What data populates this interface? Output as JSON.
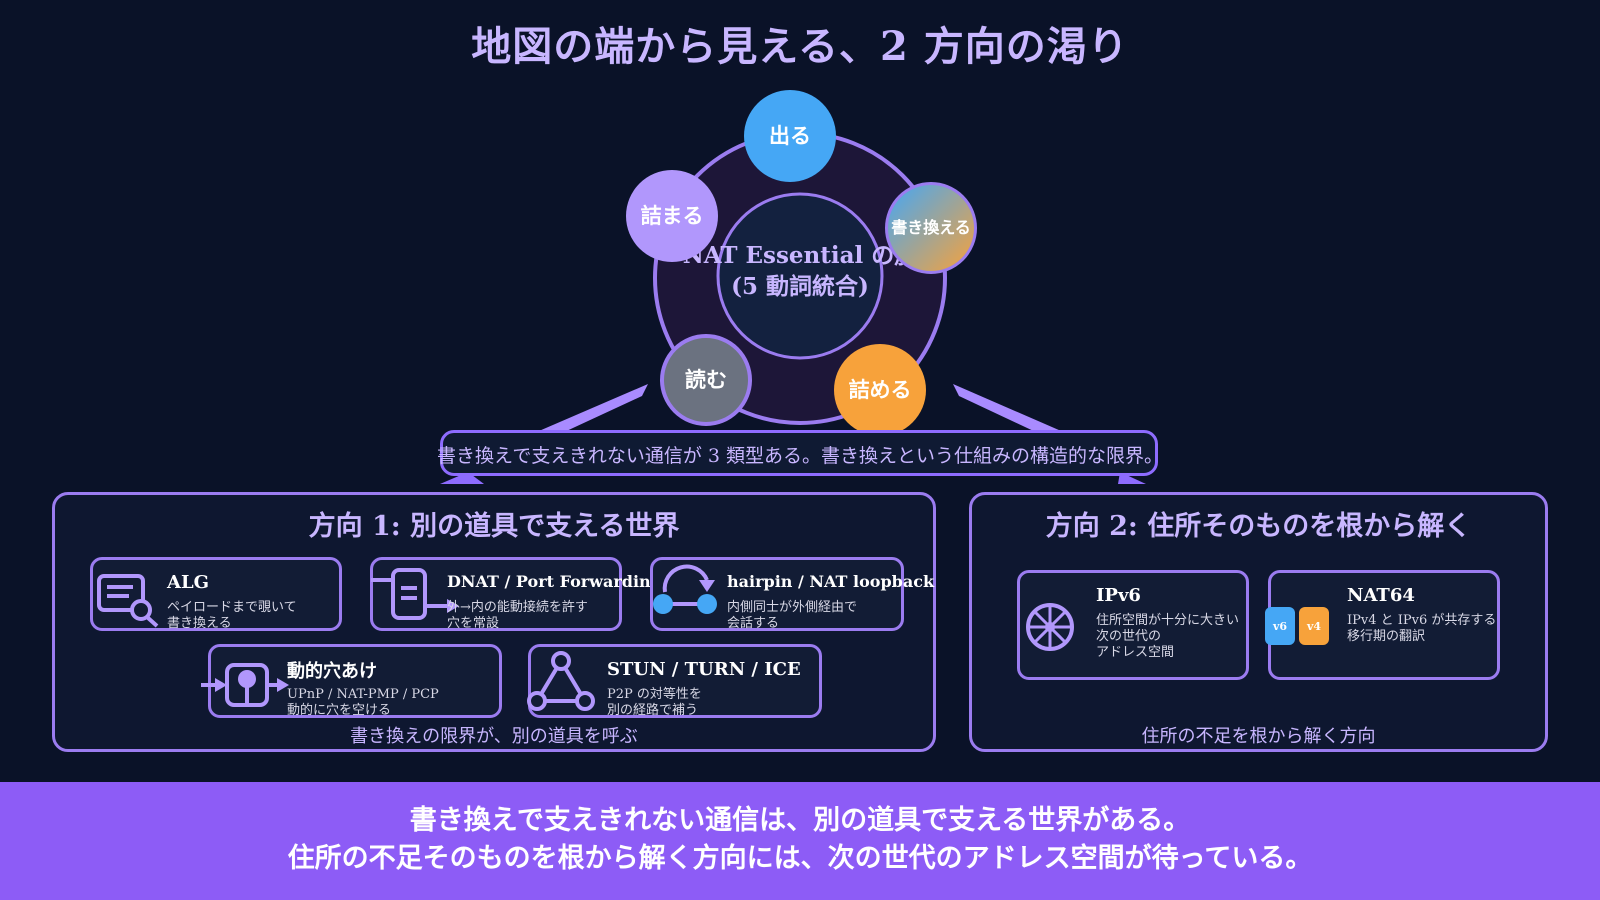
{
  "title": "地図の端から見える、2 方向の渇り",
  "hub": {
    "line1": "NAT Essential の旅",
    "line2": "(5 動詞統合)"
  },
  "nodes": [
    {
      "label": "出る",
      "color": "#45a7f5"
    },
    {
      "label": "書き換える",
      "color": "#7c8bd0"
    },
    {
      "label": "詰める",
      "color": "#f7a23b"
    },
    {
      "label": "読む",
      "color": "#6b7280"
    },
    {
      "label": "詰まる",
      "color": "#b197fc"
    }
  ],
  "banner": "書き換えで支えきれない通信が 3 類型ある。書き換えという仕組みの構造的な限界。",
  "direction1": {
    "title": "方向 1: 別の道具で支える世界",
    "footer": "書き換えの限界が、別の道具を呼ぶ",
    "cards": [
      {
        "title": "ALG",
        "desc1": "ペイロードまで覗いて",
        "desc2": "書き換える",
        "icon": "document-search-icon"
      },
      {
        "title": "DNAT / Port Forwarding",
        "desc1": "外→内の能動接続を許す",
        "desc2": "穴を常設",
        "icon": "port-forward-icon"
      },
      {
        "title": "hairpin / NAT loopback",
        "desc1": "内側同士が外側経由で",
        "desc2": "会話する",
        "icon": "loopback-icon"
      },
      {
        "title": "動的穴あけ",
        "desc1": "UPnP / NAT-PMP / PCP",
        "desc2": "動的に穴を空ける",
        "icon": "dynamic-hole-icon"
      },
      {
        "title": "STUN / TURN / ICE",
        "desc1": "P2P の対等性を",
        "desc2": "別の経路で補う",
        "icon": "triangle-network-icon"
      }
    ]
  },
  "direction2": {
    "title": "方向 2: 住所そのものを根から解く",
    "footer": "住所の不足を根から解く方向",
    "cards": [
      {
        "title": "IPv6",
        "desc1": "住所空間が十分に大きい",
        "desc2": "次の世代の",
        "desc3": "アドレス空間",
        "icon": "wheel-icon"
      },
      {
        "title": "NAT64",
        "desc1": "IPv4 と IPv6 が共存する",
        "desc2": "移行期の翻訳",
        "badge1": "v6",
        "badge2": "v4",
        "icon": "v6-v4-icon"
      }
    ]
  },
  "footer": {
    "line1": "書き換えで支えきれない通信は、別の道具で支える世界がある。",
    "line2": "住所の不足そのものを根から解く方向には、次の世代のアドレス空間が待っている。"
  },
  "colors": {
    "background": "#0a1228",
    "accent": "#8e6cff",
    "footer": "#8d5cf6",
    "title": "#c8b6ff"
  }
}
